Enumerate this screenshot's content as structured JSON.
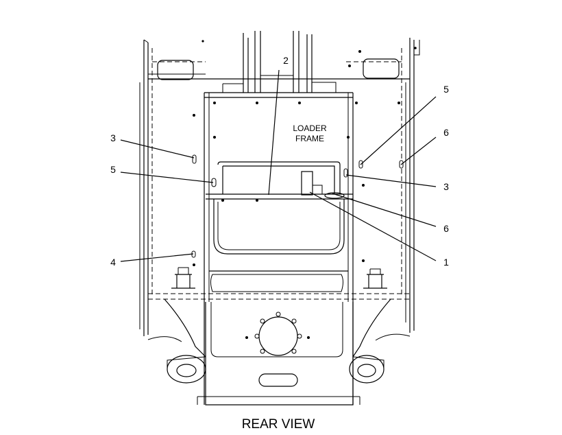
{
  "frame_label": {
    "line1": "LOADER",
    "line2": "FRAME"
  },
  "caption": "REAR VIEW",
  "callouts": [
    {
      "id": "c2",
      "text": "2"
    },
    {
      "id": "c3a",
      "text": "3"
    },
    {
      "id": "c5a",
      "text": "5"
    },
    {
      "id": "c4",
      "text": "4"
    },
    {
      "id": "c5b",
      "text": "5"
    },
    {
      "id": "c6a",
      "text": "6"
    },
    {
      "id": "c3b",
      "text": "3"
    },
    {
      "id": "c6b",
      "text": "6"
    },
    {
      "id": "c1",
      "text": "1"
    }
  ]
}
